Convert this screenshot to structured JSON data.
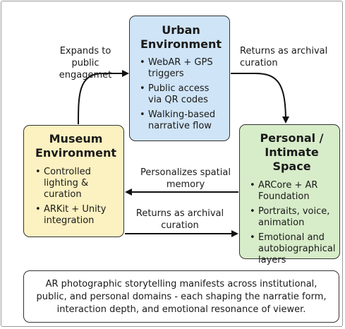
{
  "urban": {
    "title": "Urban Environment",
    "items": [
      "WebAR + GPS triggers",
      "Public access via QR codes",
      "Walking-based narrative flow"
    ]
  },
  "museum": {
    "title": "Museum Environment",
    "items": [
      "Controlled lighting & curation",
      "ARKit + Unity integration"
    ]
  },
  "personal": {
    "title": "Personal / Intimate Space",
    "items": [
      "ARCore + AR Foundation",
      "Portraits, voice, animation",
      "Emotional and autobiographical layers"
    ]
  },
  "arrows": {
    "museum_to_urban": "Expands to public engagemet",
    "urban_to_personal": "Returns as archival curation",
    "personal_to_museum": "Personalizes spatial memory",
    "museum_to_personal": "Returns as archival curation"
  },
  "summary": "AR photographic storytelling manifests across institutional, public, and personal domains - each shaping the narratie form, interaction depth, and emotional resonance of viewer.",
  "colors": {
    "urban_fill": "#cfe4f7",
    "museum_fill": "#fcf1c1",
    "personal_fill": "#d7ecc9"
  }
}
